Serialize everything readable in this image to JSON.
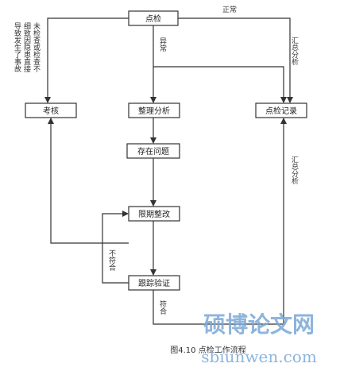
{
  "nodes": {
    "inspection": "点检",
    "assessment": "考核",
    "analysis": "整理分析",
    "record": "点检记录",
    "problem": "存在问题",
    "rectify": "限期整改",
    "verify": "跟踪验证"
  },
  "labels": {
    "normal": "正常",
    "abnormal": "异常",
    "summary_top": "汇总分析",
    "summary_mid": "汇总分析",
    "not_conform": "不符合",
    "conform": "符合",
    "left_col1": "未检查或检查不",
    "left_col2": "细致因隐患直接",
    "left_col3": "导致发生了事故"
  },
  "caption": "图4.10 点检工作流程",
  "watermark": {
    "title": "硕博论文网",
    "url": "sbiunwen.com",
    "color": "#7aa8d6"
  }
}
